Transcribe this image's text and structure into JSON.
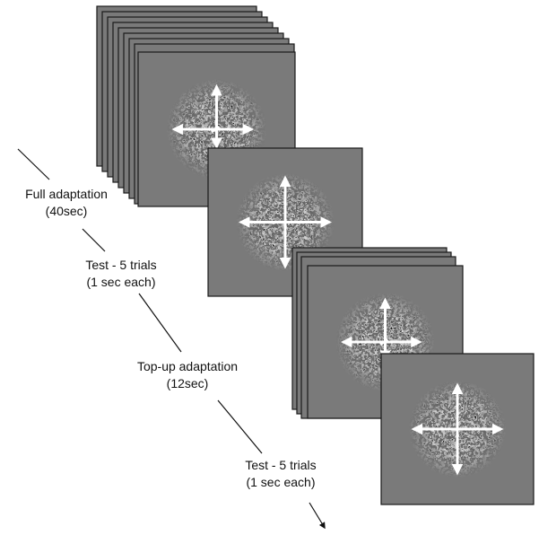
{
  "stages": [
    {
      "label_line1": "Full adaptation",
      "label_line2": "(40sec)"
    },
    {
      "label_line1": "Test - 5 trials",
      "label_line2": "(1 sec each)"
    },
    {
      "label_line1": "Top-up adaptation",
      "label_line2": "(12sec)"
    },
    {
      "label_line1": "Test - 5 trials",
      "label_line2": "(1 sec each)"
    }
  ],
  "colors": {
    "background": "#ffffff",
    "panel_gray": "#7a7a7a",
    "frame": "#1a1a1a",
    "arrow": "#ffffff",
    "text": "#111111"
  }
}
